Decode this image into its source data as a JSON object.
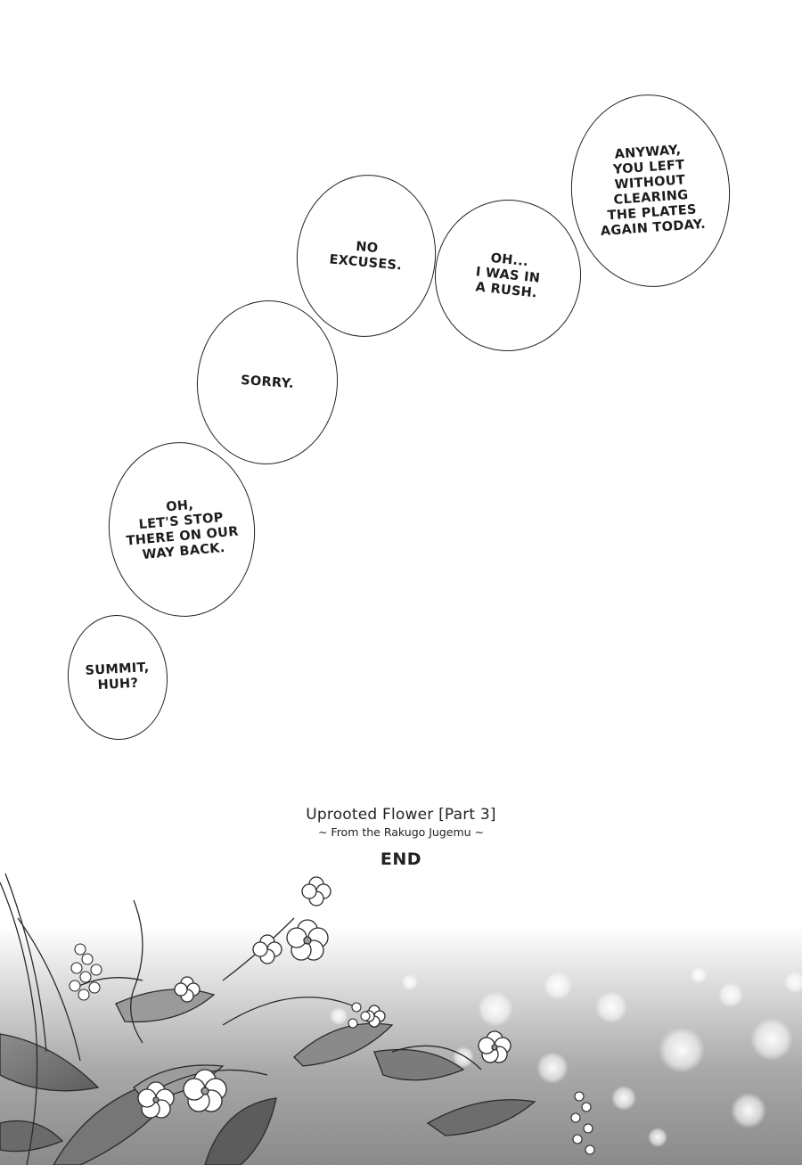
{
  "bubbles": [
    {
      "id": "anyway",
      "text": "ANYWAY,\nYOU LEFT\nWITHOUT\nCLEARING\nTHE PLATES\nAGAIN TODAY."
    },
    {
      "id": "oh-rush",
      "text": "OH...\nI WAS IN\nA RUSH."
    },
    {
      "id": "no-excuses",
      "text": "NO\nEXCUSES."
    },
    {
      "id": "sorry",
      "text": "SORRY."
    },
    {
      "id": "stop-there",
      "text": "OH,\nLET'S STOP\nTHERE ON OUR\nWAY BACK."
    },
    {
      "id": "summit",
      "text": "SUMMIT,\nHUH?"
    }
  ],
  "caption": {
    "title": "Uprooted Flower [Part 3]",
    "subtitle": "~ From the Rakugo Jugemu ~",
    "end": "END"
  }
}
